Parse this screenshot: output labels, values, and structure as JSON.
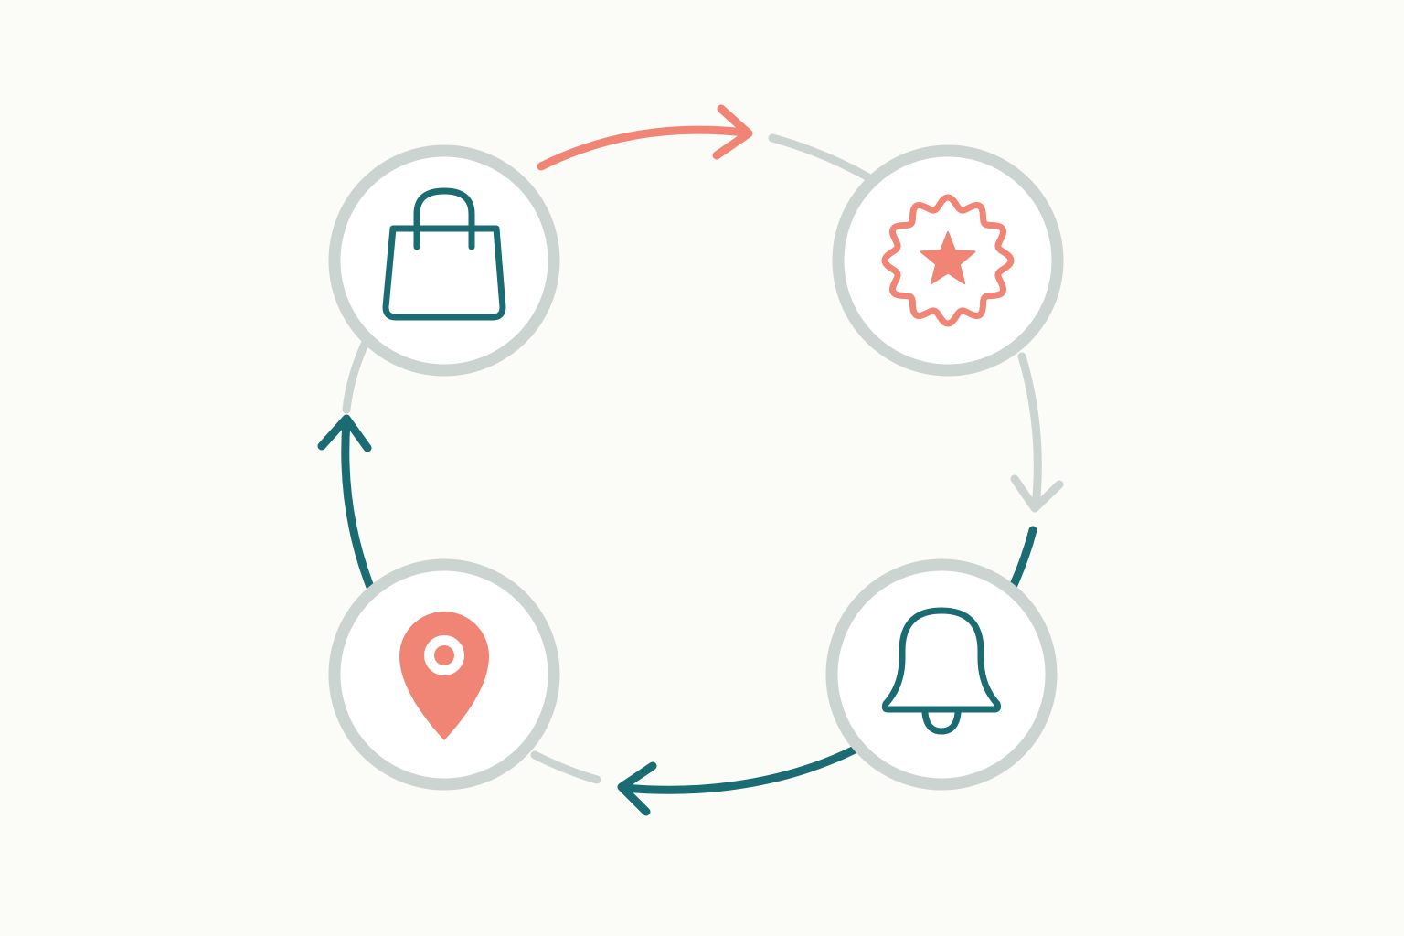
{
  "diagram": {
    "type": "cycle",
    "colors": {
      "background": "#fbfbf8",
      "ring": "#ccd4d2",
      "teal": "#1b6b73",
      "coral": "#f08575"
    },
    "nodes": [
      {
        "id": "shop",
        "icon": "shopping-bag-icon",
        "icon_color": "#1b6b73"
      },
      {
        "id": "reward",
        "icon": "star-badge-icon",
        "icon_color": "#f08575"
      },
      {
        "id": "notify",
        "icon": "bell-icon",
        "icon_color": "#1b6b73"
      },
      {
        "id": "locate",
        "icon": "location-pin-icon",
        "icon_color": "#f08575"
      }
    ],
    "edges": [
      {
        "from": "shop",
        "to": "reward",
        "color": "#f08575"
      },
      {
        "from": "reward",
        "to": "notify",
        "color": "#ccd4d2"
      },
      {
        "from": "notify",
        "to": "locate",
        "color": "#1b6b73"
      },
      {
        "from": "locate",
        "to": "shop",
        "color": "#1b6b73"
      }
    ]
  }
}
